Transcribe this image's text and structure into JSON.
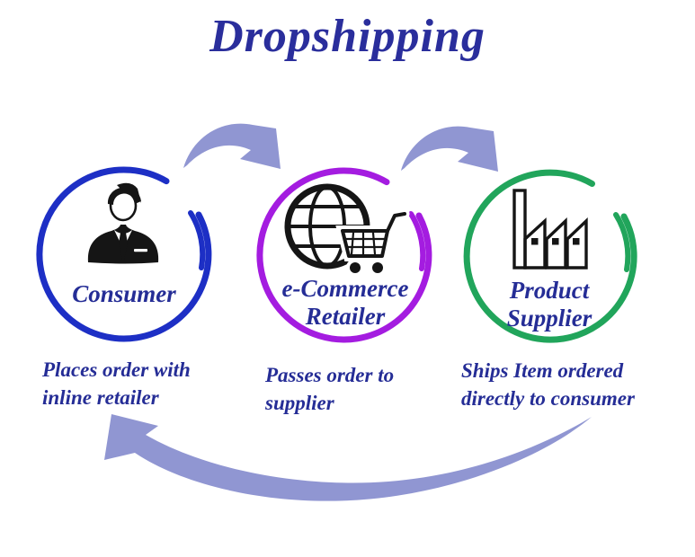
{
  "title": "Dropshipping",
  "colors": {
    "title_text": "#2a2e9c",
    "label_text": "#252d96",
    "arrow": "#9096d2",
    "icon": "#151515",
    "consumer_circle": "#1d2fc5",
    "retailer_circle": "#a41ce0",
    "supplier_circle": "#21a55b"
  },
  "nodes": [
    {
      "id": "consumer",
      "circle_color": "#1d2fc5",
      "icon": "businessman-icon",
      "label_lines": [
        "Consumer"
      ],
      "description_lines": [
        "Places order with",
        "inline retailer"
      ]
    },
    {
      "id": "ecommerce-retailer",
      "circle_color": "#a41ce0",
      "icon": "globe-cart-icon",
      "label_lines": [
        "e-Commerce",
        "Retailer"
      ],
      "description_lines": [
        "Passes order to",
        "supplier"
      ]
    },
    {
      "id": "product-supplier",
      "circle_color": "#21a55b",
      "icon": "factory-icon",
      "label_lines": [
        "Product",
        "Supplier"
      ],
      "description_lines": [
        "Ships Item ordered",
        "directly to consumer"
      ]
    }
  ],
  "arrows": [
    {
      "id": "consumer-to-retailer"
    },
    {
      "id": "retailer-to-supplier"
    },
    {
      "id": "supplier-to-consumer"
    }
  ]
}
